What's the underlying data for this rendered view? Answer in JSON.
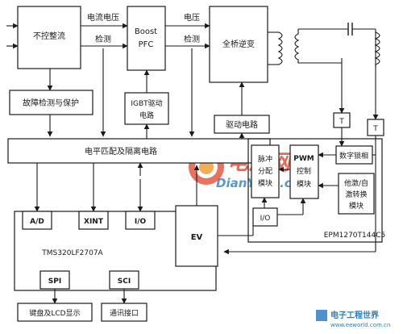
{
  "blocks": {
    "rectifier": "不控整流",
    "current_voltage_detect": [
      "电流电压",
      "检测"
    ],
    "boost_pfc": [
      "Boost",
      "PFC"
    ],
    "voltage_detect": [
      "电压",
      "检测"
    ],
    "inverter": "全桥逆变",
    "fault_protect": "故障检测与保护",
    "igbt_drive": [
      "IGBT驱动",
      "电路"
    ],
    "drive_circuit": "驱动电路",
    "level_match": "电平匹配及隔离电路",
    "pulse_distribution": [
      "脉冲",
      "分配",
      "模块"
    ],
    "pwm_control": [
      "PWM",
      "控制",
      "模块"
    ],
    "digital_phase_lock": "数字锁相",
    "excitation_switch": [
      "他激/自",
      "激转换",
      "模块"
    ],
    "fpga_io": "I/O",
    "fpga_label": "EPM1270T144C5",
    "ad": "A/D",
    "xint": "XINT",
    "dsp_io": "I/O",
    "ev": "EV",
    "dsp_label": "TMS320LF2707A",
    "spi": "SPI",
    "sci": "SCI",
    "keyboard_lcd": "键盘及LCD显示",
    "comm_interface": "通讯接口",
    "transformer_1": "T",
    "transformer_2": "T"
  },
  "watermark": {
    "name": "电源网",
    "url": "DianYuan.com",
    "corner_name": "电子工程世界",
    "corner_url": "www.eeworld.com.cn"
  },
  "colors": {
    "line": "#1a1a1a",
    "watermark_red": "#e2432a",
    "watermark_orange": "#f29a2b",
    "watermark_blue": "#2f7fc0"
  }
}
